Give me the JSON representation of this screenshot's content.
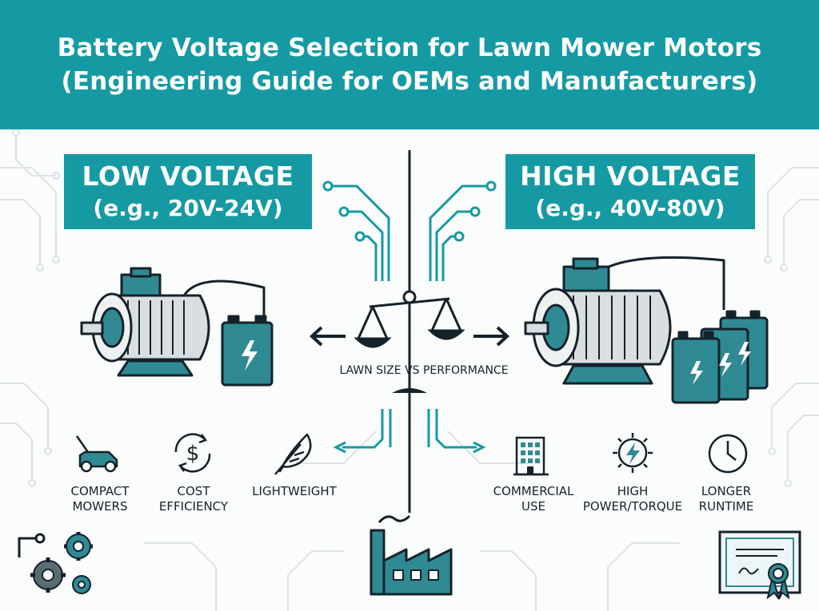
{
  "header": {
    "title_line1": "Battery Voltage Selection for Lawn Mower Motors",
    "title_line2": "(Engineering Guide for OEMs and Manufacturers)"
  },
  "low_voltage": {
    "title": "LOW VOLTAGE",
    "range": "(e.g., 20V-24V)",
    "features": [
      {
        "icon": "lawn-mower-icon",
        "line1": "COMPACT",
        "line2": "MOWERS"
      },
      {
        "icon": "dollar-cycle-icon",
        "line1": "COST",
        "line2": "EFFICIENCY"
      },
      {
        "icon": "feather-icon",
        "line1": "LIGHTWEIGHT",
        "line2": ""
      }
    ]
  },
  "high_voltage": {
    "title": "HIGH VOLTAGE",
    "range": "(e.g., 40V-80V)",
    "features": [
      {
        "icon": "office-building-icon",
        "line1": "COMMERCIAL",
        "line2": "USE"
      },
      {
        "icon": "power-gear-icon",
        "line1": "HIGH",
        "line2": "POWER/TORQUE"
      },
      {
        "icon": "clock-icon",
        "line1": "LONGER",
        "line2": "RUNTIME"
      }
    ]
  },
  "balance": {
    "caption": "LAWN SIZE VS PERFORMANCE"
  },
  "colors": {
    "teal": "#159aa3",
    "dark": "#14222b",
    "motor_teal": "#2f8a93",
    "light_grey": "#d9dee0"
  }
}
